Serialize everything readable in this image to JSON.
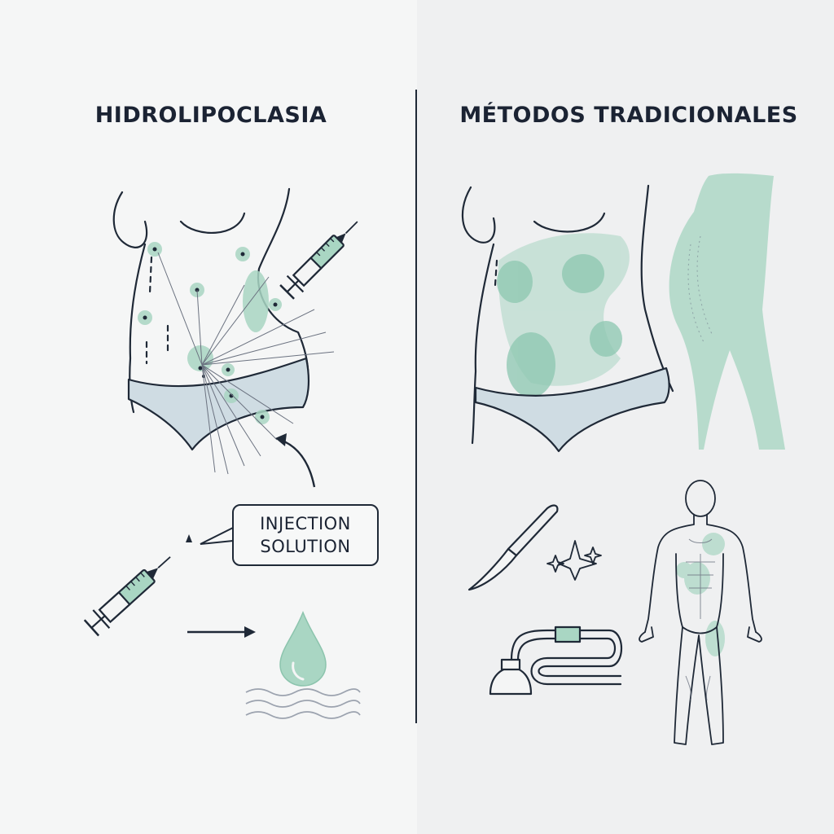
{
  "left": {
    "title": "HIDROLIPOCLASIA",
    "callout": {
      "line1": "INJECTION",
      "line2": "SOLUTION"
    }
  },
  "right": {
    "title": "MÉTODOS TRADICIONALES"
  },
  "colors": {
    "ink": "#1f2937",
    "mint": "#a9d6c3",
    "mint_dark": "#7fbfa6",
    "underwear": "#cfdce3"
  },
  "icons": [
    "syringe-icon",
    "droplet-icon",
    "scalpel-icon",
    "sparkle-icon",
    "suction-cannula-icon",
    "human-figure-icon",
    "arrow-icon"
  ]
}
